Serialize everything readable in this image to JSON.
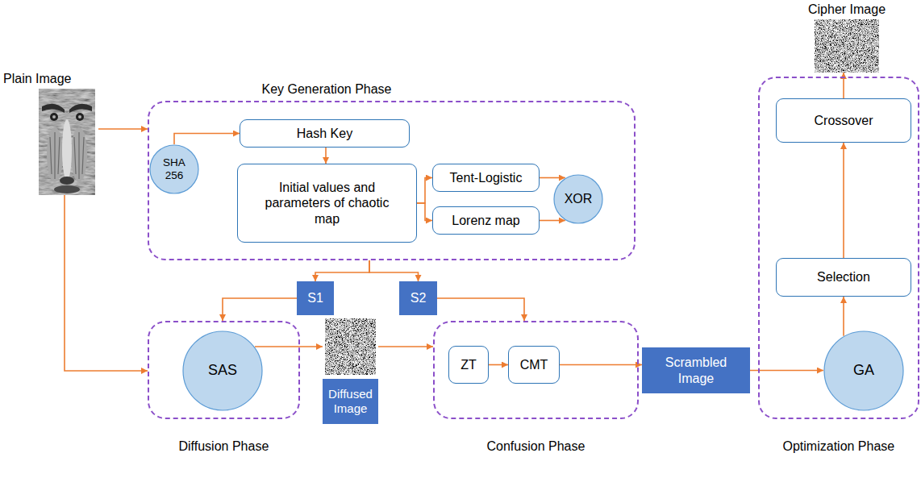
{
  "diagram": {
    "nodes": [
      {
        "text": [
          "Plain Image"
        ]
      },
      {
        "text": [
          "Key Generation Phase"
        ]
      },
      {
        "text": [
          "SHA 256"
        ],
        "in": 1
      },
      {
        "text": [
          "Hash Key"
        ],
        "in": 1
      },
      {
        "text": [
          "Initial values and parameters of chaotic map"
        ],
        "in": 1
      },
      {
        "text": [
          "Tent-Logistic"
        ],
        "in": 1
      },
      {
        "text": [
          "Lorenz map"
        ],
        "in": 1
      },
      {
        "text": [
          "XOR"
        ],
        "in": 1
      },
      {
        "text": [
          "S1"
        ]
      },
      {
        "text": [
          "S2"
        ]
      },
      {
        "text": [
          "Diffusion Phase"
        ]
      },
      {
        "text": [
          "SAS"
        ],
        "in": 10
      },
      {
        "text": [
          "Diffused Image"
        ]
      },
      {
        "text": [
          "Confusion Phase"
        ]
      },
      {
        "text": [
          "ZT"
        ],
        "in": 13
      },
      {
        "text": [
          "CMT"
        ],
        "in": 13
      },
      {
        "text": [
          "Scrambled Image"
        ]
      },
      {
        "text": [
          "Optimization Phase"
        ]
      },
      {
        "text": [
          "Crossover"
        ],
        "in": 17
      },
      {
        "text": [
          "Selection"
        ],
        "in": 17
      },
      {
        "text": [
          "GA"
        ],
        "in": 17
      },
      {
        "text": [
          "Cipher Image"
        ]
      }
    ],
    "edges": [
      {
        "from": 0,
        "to": 1,
        "arrow": "to"
      },
      {
        "from": 2,
        "to": 3,
        "arrow": "to"
      },
      {
        "from": 3,
        "to": 4,
        "arrow": "to"
      },
      {
        "from": 4,
        "to": 5,
        "arrow": "to"
      },
      {
        "from": 4,
        "to": 6,
        "arrow": "to"
      },
      {
        "from": 5,
        "to": 7,
        "arrow": "to"
      },
      {
        "from": 6,
        "to": 7,
        "arrow": "to"
      },
      {
        "from": 1,
        "to": 8,
        "arrow": "to"
      },
      {
        "from": 1,
        "to": 9,
        "arrow": "to"
      },
      {
        "from": 8,
        "to": 10,
        "arrow": "to"
      },
      {
        "from": 9,
        "to": 13,
        "arrow": "to"
      },
      {
        "from": 0,
        "to": 10,
        "arrow": "to"
      },
      {
        "from": 11,
        "to": 12,
        "arrow": "to"
      },
      {
        "from": 12,
        "to": 13,
        "arrow": "to"
      },
      {
        "from": 14,
        "to": 15,
        "arrow": "to"
      },
      {
        "from": 15,
        "to": 16,
        "arrow": "to"
      },
      {
        "from": 16,
        "to": 20,
        "arrow": "to"
      },
      {
        "from": 20,
        "to": 19,
        "arrow": "to"
      },
      {
        "from": 19,
        "to": 18,
        "arrow": "to"
      },
      {
        "from": 18,
        "to": 21,
        "arrow": "to"
      }
    ]
  }
}
